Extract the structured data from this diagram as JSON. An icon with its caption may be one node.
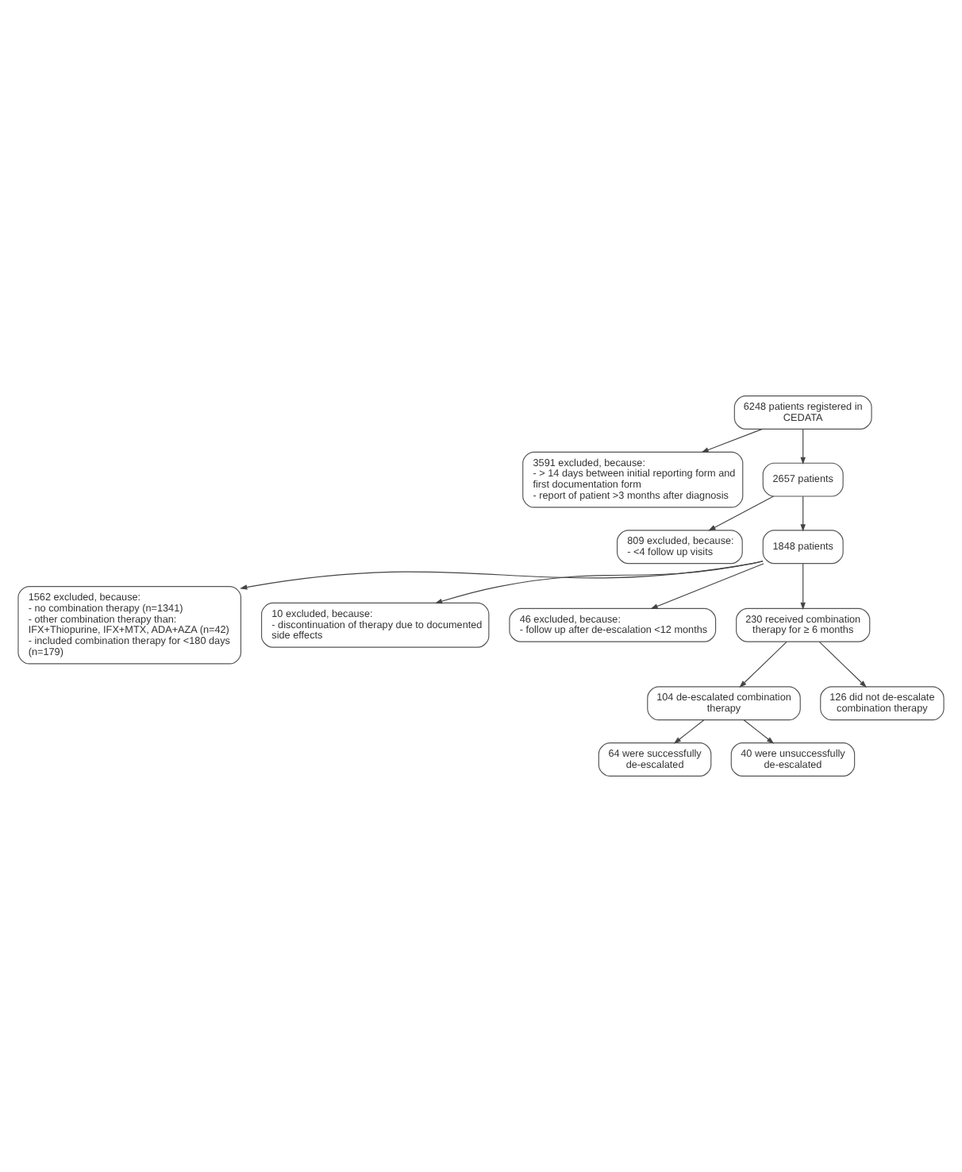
{
  "diagram": {
    "nodes": [
      {
        "text": [
          "6248 patients registered in CEDATA"
        ]
      },
      {
        "text": [
          "3591 excluded, because:",
          "- > 14 days between initial reporting form and first documentation form",
          "- report of patient >3 months after diagnosis"
        ]
      },
      {
        "text": [
          "2657 patients"
        ]
      },
      {
        "text": [
          "809 excluded, because:",
          "- <4 follow up visits"
        ]
      },
      {
        "text": [
          "1848 patients"
        ]
      },
      {
        "text": [
          "1562 excluded, because:",
          "- no combination therapy (n=1341)",
          "- other combination therapy than: IFX+Thiopurine, IFX+MTX, ADA+AZA (n=42)",
          "- included combination therapy for <180 days (n=179)"
        ]
      },
      {
        "text": [
          "10 excluded, because:",
          "- discontinuation of therapy due to documented side effects"
        ]
      },
      {
        "text": [
          "46 excluded, because:",
          "- follow up after de-escalation <12 months"
        ]
      },
      {
        "text": [
          "230 received combination therapy for ≥ 6 months"
        ]
      },
      {
        "text": [
          "104 de-escalated combination therapy"
        ]
      },
      {
        "text": [
          "126 did not de-escalate combination therapy"
        ]
      },
      {
        "text": [
          "64 were successfully de-escalated"
        ]
      },
      {
        "text": [
          "40 were unsuccessfully de-escalated"
        ]
      }
    ],
    "edges": [
      {
        "from": 0,
        "to": 2,
        "arrow": "to"
      },
      {
        "from": 0,
        "to": 1,
        "arrow": "to"
      },
      {
        "from": 2,
        "to": 4,
        "arrow": "to"
      },
      {
        "from": 2,
        "to": 3,
        "arrow": "to"
      },
      {
        "from": 4,
        "to": 8,
        "arrow": "to"
      },
      {
        "from": 4,
        "to": 5,
        "arrow": "to"
      },
      {
        "from": 4,
        "to": 6,
        "arrow": "to"
      },
      {
        "from": 4,
        "to": 7,
        "arrow": "to"
      },
      {
        "from": 8,
        "to": 9,
        "arrow": "to"
      },
      {
        "from": 8,
        "to": 10,
        "arrow": "to"
      },
      {
        "from": 9,
        "to": 11,
        "arrow": "to"
      },
      {
        "from": 9,
        "to": 12,
        "arrow": "to"
      }
    ]
  }
}
